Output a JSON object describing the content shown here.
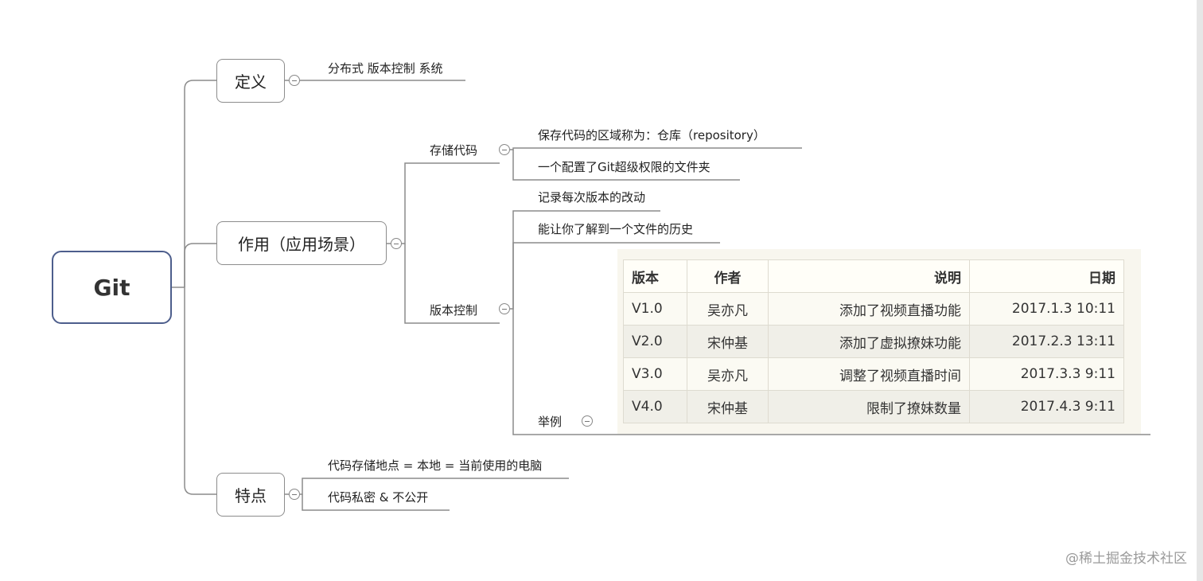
{
  "root": {
    "label": "Git"
  },
  "branches": {
    "definition": {
      "label": "定义",
      "children": [
        "分布式 版本控制 系统"
      ]
    },
    "usage": {
      "label": "作用（应用场景）",
      "storage": {
        "label": "存储代码",
        "children": [
          "保存代码的区域称为：仓库（repository）",
          "一个配置了Git超级权限的文件夹"
        ]
      },
      "version_control": {
        "label": "版本控制",
        "children": [
          "记录每次版本的改动",
          "能让你了解到一个文件的历史"
        ],
        "example": {
          "label": "举例",
          "table": {
            "headers": [
              "版本",
              "作者",
              "说明",
              "日期"
            ],
            "rows": [
              [
                "V1.0",
                "吴亦凡",
                "添加了视频直播功能",
                "2017.1.3 10:11"
              ],
              [
                "V2.0",
                "宋仲基",
                "添加了虚拟撩妹功能",
                "2017.2.3 13:11"
              ],
              [
                "V3.0",
                "吴亦凡",
                "调整了视频直播时间",
                "2017.3.3 9:11"
              ],
              [
                "V4.0",
                "宋仲基",
                "限制了撩妹数量",
                "2017.4.3 9:11"
              ]
            ]
          }
        }
      }
    },
    "features": {
      "label": "特点",
      "children": [
        "代码存储地点 = 本地 = 当前使用的电脑",
        "代码私密 & 不公开"
      ]
    }
  },
  "watermark": "@稀土掘金技术社区",
  "colors": {
    "root_border": "#4d5e8c",
    "line": "#8c8c8c",
    "table_bg": "#f8f6ee"
  }
}
